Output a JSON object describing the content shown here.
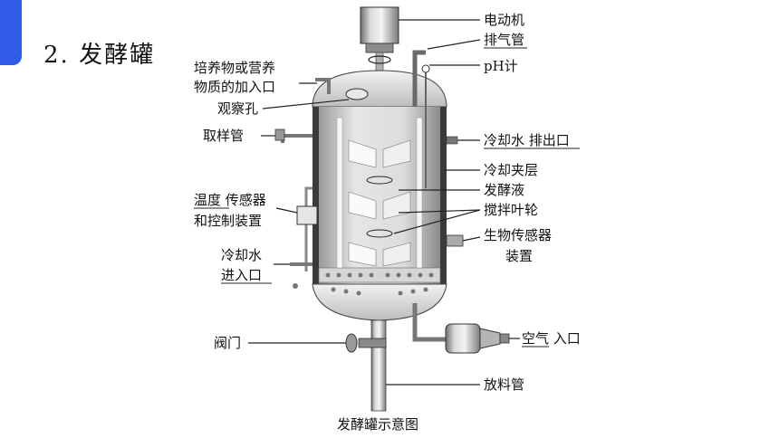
{
  "slide": {
    "heading": "2. 发酵罐"
  },
  "diagram": {
    "caption": "发酵罐示意图",
    "labels": {
      "motor": "电动机",
      "exhaust_pipe": "排气管",
      "ph_meter": "pH计",
      "feed_inlet_line1": "培养物或营养",
      "feed_inlet_line2": "物质的加入口",
      "observation_hole": "观察孔",
      "sampling_pipe": "取样管",
      "cooling_water_outlet": "冷却水 排出口",
      "cooling_jacket": "冷却夹层",
      "fermentation_liquid": "发酵液",
      "temp_sensor_line1": "温度 传感器",
      "temp_sensor_line2": "和控制装置",
      "impeller": "搅拌叶轮",
      "bio_sensor_line1": "生物传感器",
      "bio_sensor_line2": "装置",
      "cooling_water_inlet_line1": "冷却水",
      "cooling_water_inlet_line2": "进入口",
      "valve": "阀门",
      "air_inlet": "空气 入口",
      "discharge_pipe": "放料管"
    }
  }
}
